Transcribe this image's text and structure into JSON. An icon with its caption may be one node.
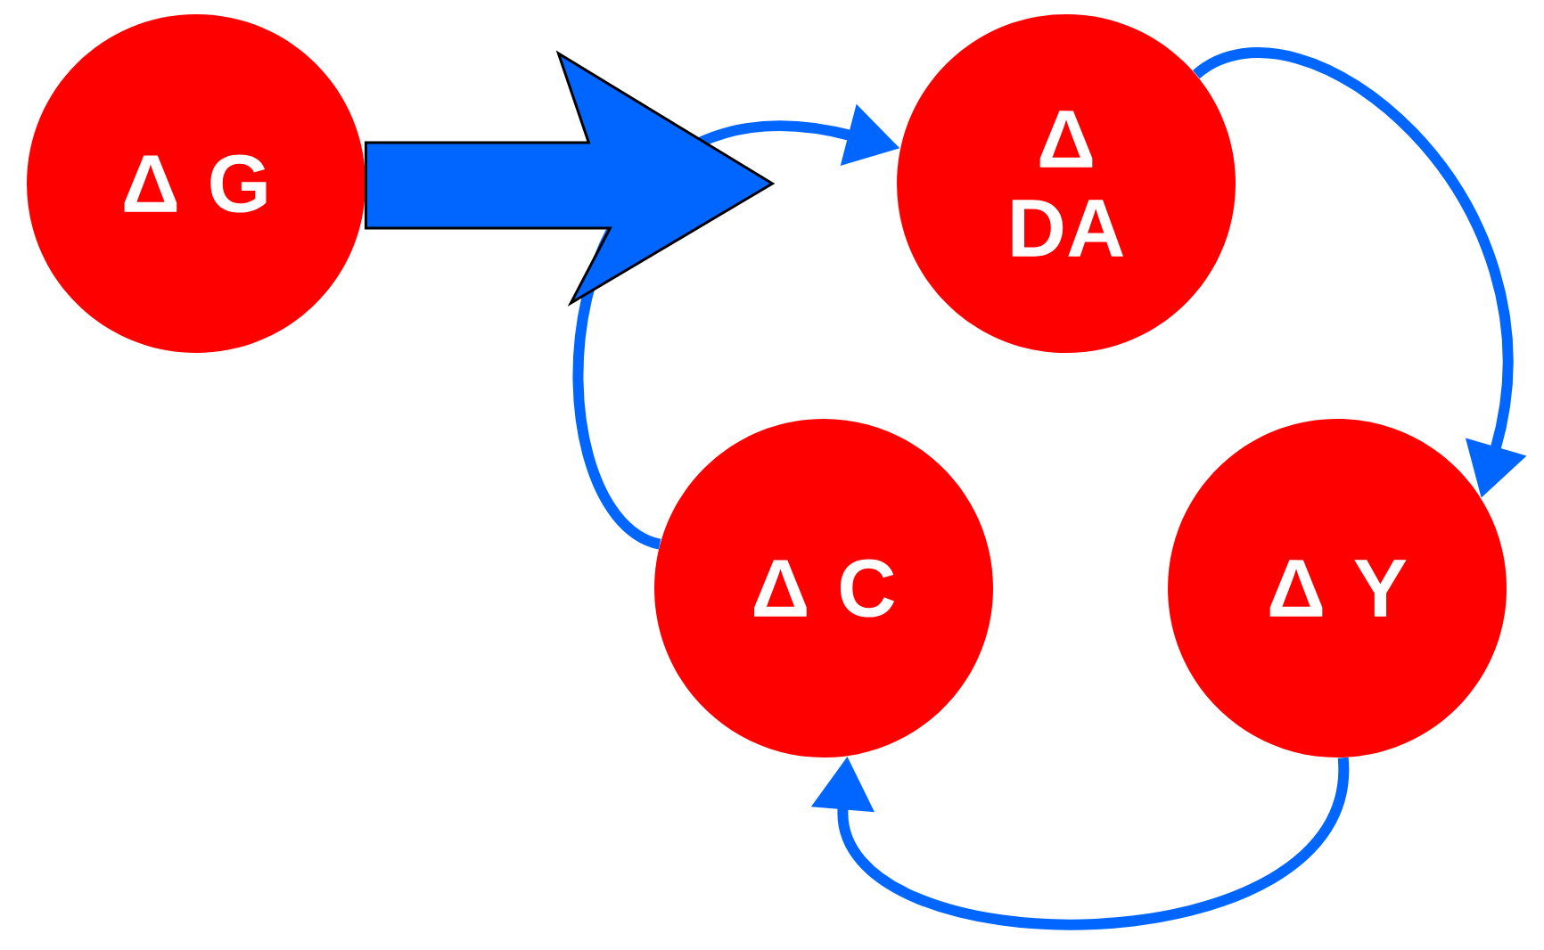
{
  "diagram": {
    "nodes": [
      {
        "text": [
          "Δ G"
        ]
      },
      {
        "text": [
          "Δ DA"
        ]
      },
      {
        "text": [
          "Δ C"
        ]
      },
      {
        "text": [
          "Δ Y"
        ]
      }
    ],
    "edges": [
      {
        "from": 1,
        "to": 3,
        "arrow": "to"
      },
      {
        "from": 3,
        "to": 2,
        "arrow": "to"
      },
      {
        "from": 2,
        "to": 1,
        "arrow": "to"
      },
      {
        "from": 0,
        "to": null,
        "arrow": "to",
        "style": "thick"
      }
    ]
  }
}
